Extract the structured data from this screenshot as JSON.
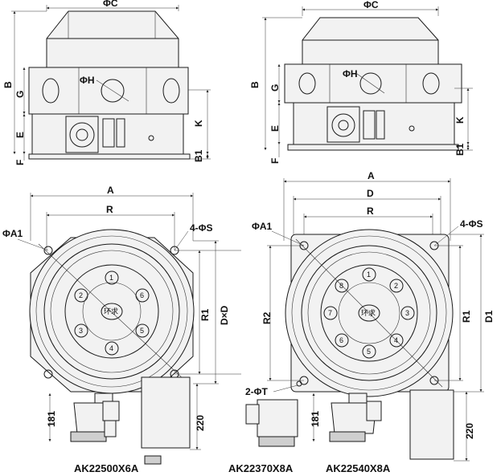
{
  "top_views": {
    "left": {
      "phi_c": "ΦC",
      "phi_h": "ΦH",
      "b": "B",
      "g": "G",
      "e": "E",
      "f": "F",
      "k": "K",
      "b1": "B1"
    },
    "right": {
      "phi_c": "ΦC",
      "phi_h": "ΦH",
      "b": "B",
      "g": "G",
      "e": "E",
      "f": "F",
      "k": "K",
      "b1": "B1"
    }
  },
  "bottom_left": {
    "a": "A",
    "r": "R",
    "phi_a1": "ΦA1",
    "holes": "4-ΦS",
    "r1": "R1",
    "dxd": "D×D",
    "h181": "181",
    "h220": "220",
    "hub_text": "环求",
    "numbers": [
      "1",
      "2",
      "3",
      "4",
      "5",
      "6"
    ],
    "model": "AK22500X6A"
  },
  "bottom_right": {
    "a": "A",
    "d": "D",
    "r": "R",
    "phi_a1": "ΦA1",
    "holes": "4-ΦS",
    "r1": "R1",
    "r2": "R2",
    "d1": "D1",
    "pin": "2-ΦT",
    "h181": "181",
    "h220": "220",
    "hub_text": "环求",
    "numbers": [
      "1",
      "2",
      "3",
      "4",
      "5",
      "6",
      "7",
      "8"
    ],
    "models": [
      "AK22370X8A",
      "AK22540X8A"
    ]
  }
}
